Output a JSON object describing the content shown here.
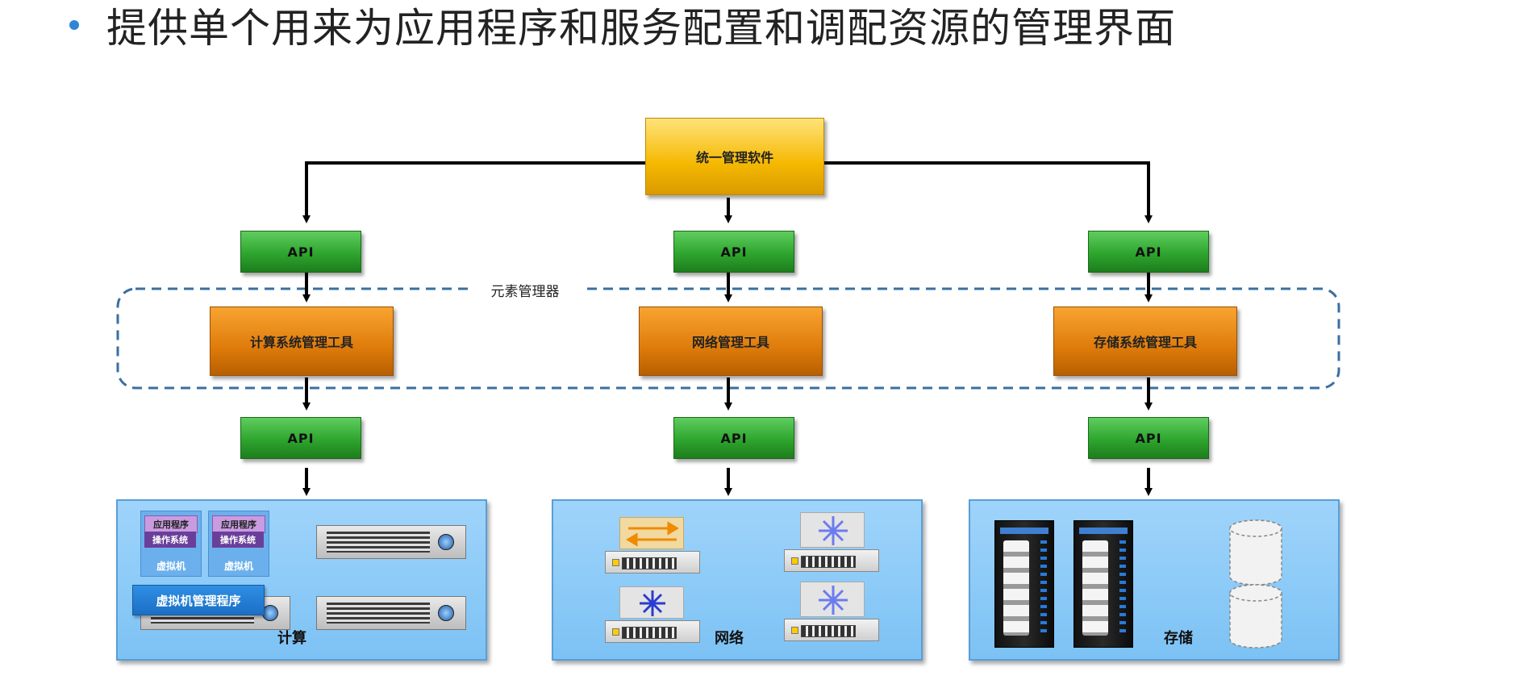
{
  "heading": "提供单个用来为应用程序和服务配置和调配资源的管理界面",
  "colors": {
    "accent_bullet": "#2f86d6",
    "top_box": "#f5b800",
    "api_box": "#2ea52e",
    "tool_box": "#de7b0b",
    "panel": "#9fd4fb",
    "dashed_border": "#3a6fa0"
  },
  "diagram": {
    "top_label": "统一管理软件",
    "api_label": "API",
    "element_manager_label": "元素管理器",
    "tools": {
      "compute": "计算系统管理工具",
      "network": "网络管理工具",
      "storage": "存储系统管理工具"
    },
    "panels": {
      "compute": "计算",
      "network": "网络",
      "storage": "存储"
    },
    "vm": {
      "app": "应用程序",
      "os": "操作系统",
      "label": "虚拟机",
      "hypervisor": "虚拟机管理程序"
    },
    "icons": {
      "server": "server-icon",
      "switch": "network-switch-icon",
      "rack": "storage-rack-icon",
      "disk": "disk-cylinder-icon"
    }
  }
}
